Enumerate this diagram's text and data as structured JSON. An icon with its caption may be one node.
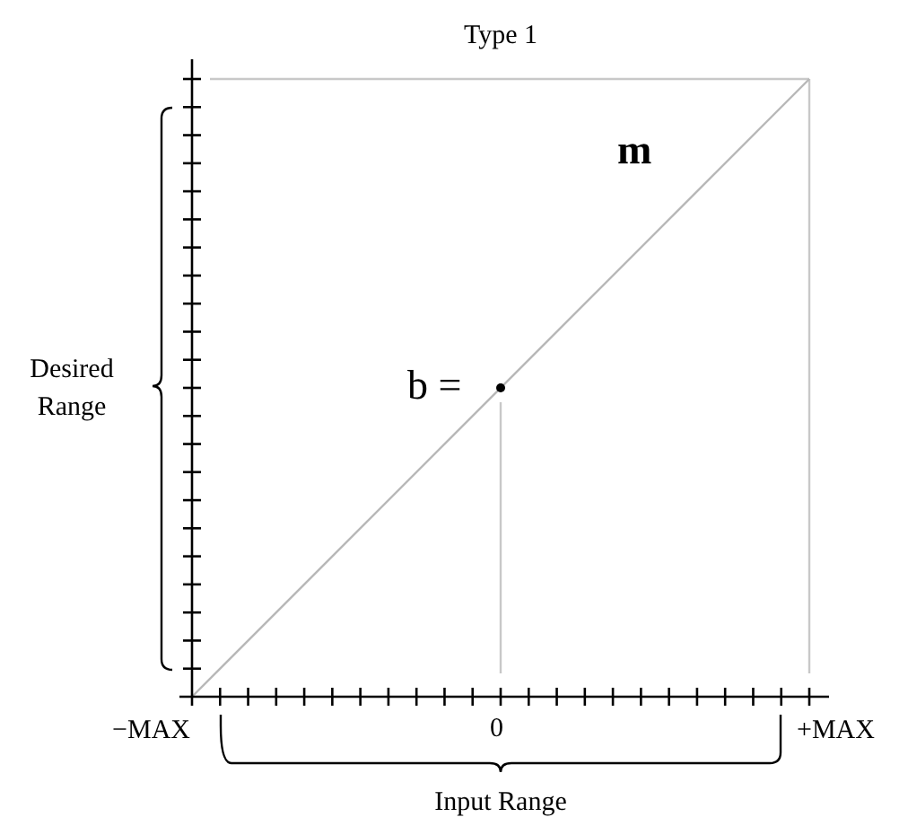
{
  "diagram": {
    "title": "Type 1",
    "labels": [
      "m",
      "b =",
      "Desired Range",
      "−MAX",
      "0",
      "+MAX",
      "Input Range"
    ]
  }
}
